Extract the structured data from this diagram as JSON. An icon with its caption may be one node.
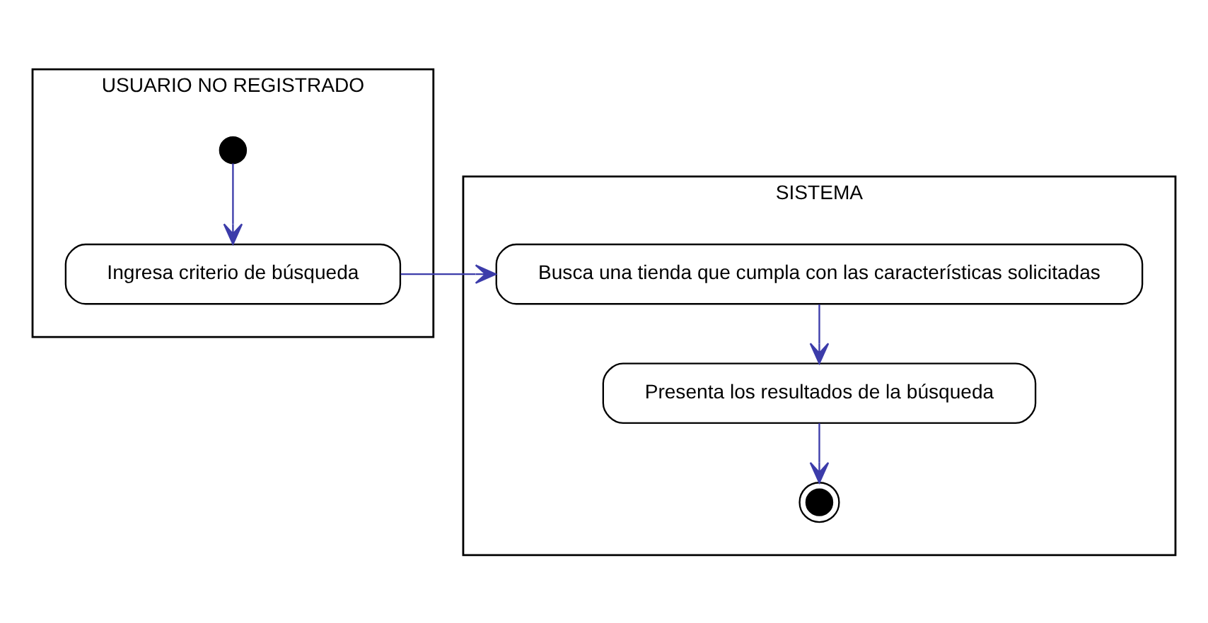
{
  "diagram": {
    "nodes": [
      {
        "text": [
          "USUARIO NO REGISTRADO"
        ]
      },
      {
        "text": [
          "SISTEMA"
        ]
      },
      {
        "text": [],
        "shape": "circle",
        "in": 0
      },
      {
        "text": [
          "Ingresa criterio de búsqueda"
        ],
        "in": 0
      },
      {
        "text": [
          "Busca una tienda que cumpla con las características solicitadas"
        ],
        "in": 1
      },
      {
        "text": [
          "Presenta los resultados de la búsqueda"
        ],
        "in": 1
      },
      {
        "text": [],
        "shape": "circle",
        "in": 1
      }
    ],
    "edges": [
      {
        "from": 2,
        "to": 3,
        "arrow": "to"
      },
      {
        "from": 3,
        "to": 4,
        "arrow": "to"
      },
      {
        "from": 4,
        "to": 5,
        "arrow": "to"
      },
      {
        "from": 5,
        "to": 6,
        "arrow": "to"
      }
    ]
  }
}
